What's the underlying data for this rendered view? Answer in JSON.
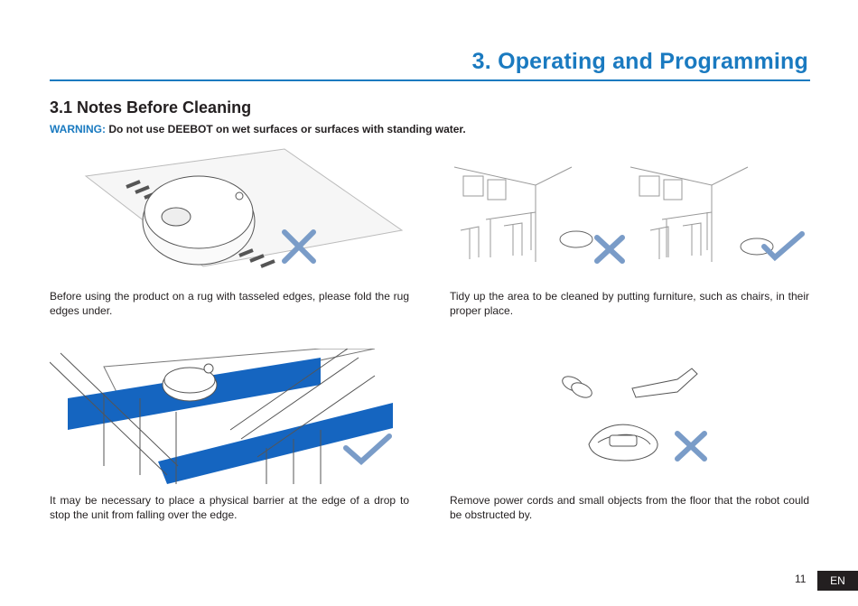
{
  "header": {
    "chapter_title": "3. Operating and Programming"
  },
  "section": {
    "title": "3.1 Notes Before Cleaning",
    "warning_label": "WARNING:",
    "warning_text": "Do not use DEEBOT on wet surfaces or surfaces with standing water."
  },
  "panels": [
    {
      "caption": "Before using the product on a rug with tasseled edges, please fold the rug edges under.",
      "marks": [
        "cross"
      ]
    },
    {
      "caption": "Tidy up the area to be cleaned by putting furniture, such as chairs, in their proper place.",
      "marks": [
        "cross",
        "check"
      ]
    },
    {
      "caption": "It may be necessary to place a physical barrier at the edge of a drop to stop the unit from falling over the edge.",
      "marks": [
        "check"
      ]
    },
    {
      "caption": "Remove power cords and small objects from the floor that the robot could be obstructed by.",
      "marks": [
        "cross"
      ]
    }
  ],
  "footer": {
    "page_number": "11",
    "language": "EN"
  },
  "colors": {
    "accent": "#1a7ac0",
    "mark": "#7a9cc8",
    "barrier": "#1565c0"
  },
  "icons": [
    "cross-icon",
    "check-icon"
  ]
}
